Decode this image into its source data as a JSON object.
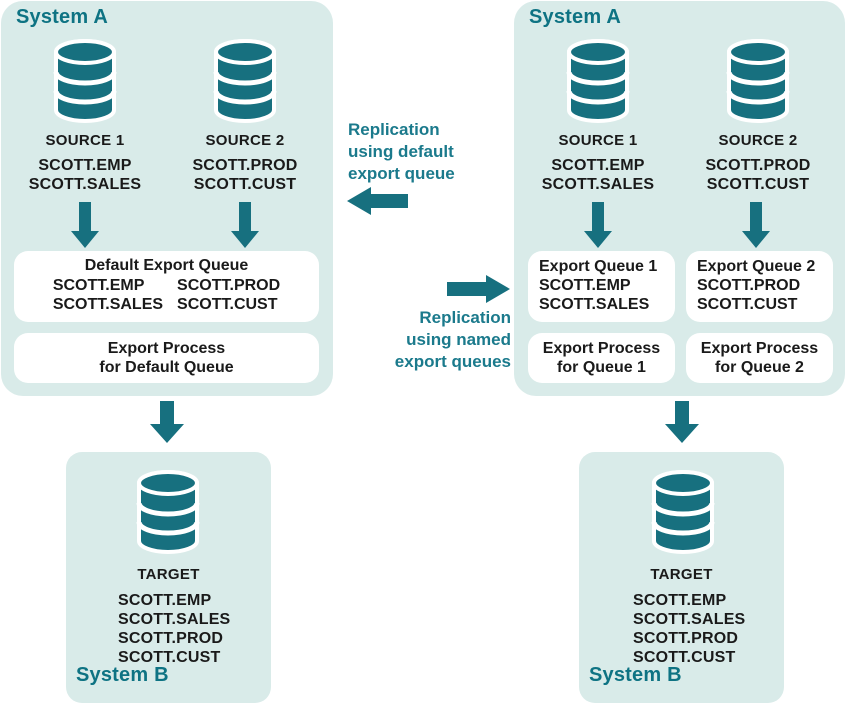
{
  "colors": {
    "panel_bg": "#d9ebe9",
    "shape_teal": "#17707f",
    "title_teal": "#0e7383",
    "label_teal": "#1b7a8c",
    "box_bg": "#ffffff",
    "text": "#1a1a1a"
  },
  "icons": {
    "database": "database-cylinder",
    "flow_down": "arrow-down",
    "flow_left": "arrow-left",
    "flow_right": "arrow-right"
  },
  "labels": {
    "default_replication": [
      "Replication",
      "using default",
      "export queue"
    ],
    "named_replication": [
      "Replication",
      "using named",
      "export queues"
    ]
  },
  "default_flow": {
    "system_a": {
      "title": "System A",
      "sources": [
        {
          "name": "SOURCE 1",
          "tables": [
            "SCOTT.EMP",
            "SCOTT.SALES"
          ]
        },
        {
          "name": "SOURCE 2",
          "tables": [
            "SCOTT.PROD",
            "SCOTT.CUST"
          ]
        }
      ],
      "queue": {
        "title": "Default Export Queue",
        "columns": [
          [
            "SCOTT.EMP",
            "SCOTT.SALES"
          ],
          [
            "SCOTT.PROD",
            "SCOTT.CUST"
          ]
        ]
      },
      "process": [
        "Export Process",
        "for Default Queue"
      ]
    },
    "system_b": {
      "title": "System B",
      "database": "TARGET",
      "tables": [
        "SCOTT.EMP",
        "SCOTT.SALES",
        "SCOTT.PROD",
        "SCOTT.CUST"
      ]
    }
  },
  "named_flow": {
    "system_a": {
      "title": "System A",
      "sources": [
        {
          "name": "SOURCE 1",
          "tables": [
            "SCOTT.EMP",
            "SCOTT.SALES"
          ]
        },
        {
          "name": "SOURCE 2",
          "tables": [
            "SCOTT.PROD",
            "SCOTT.CUST"
          ]
        }
      ],
      "queues": [
        {
          "title": "Export Queue 1",
          "tables": [
            "SCOTT.EMP",
            "SCOTT.SALES"
          ]
        },
        {
          "title": "Export Queue 2",
          "tables": [
            "SCOTT.PROD",
            "SCOTT.CUST"
          ]
        }
      ],
      "processes": [
        [
          "Export Process",
          "for Queue 1"
        ],
        [
          "Export Process",
          "for Queue 2"
        ]
      ]
    },
    "system_b": {
      "title": "System B",
      "database": "TARGET",
      "tables": [
        "SCOTT.EMP",
        "SCOTT.SALES",
        "SCOTT.PROD",
        "SCOTT.CUST"
      ]
    }
  }
}
